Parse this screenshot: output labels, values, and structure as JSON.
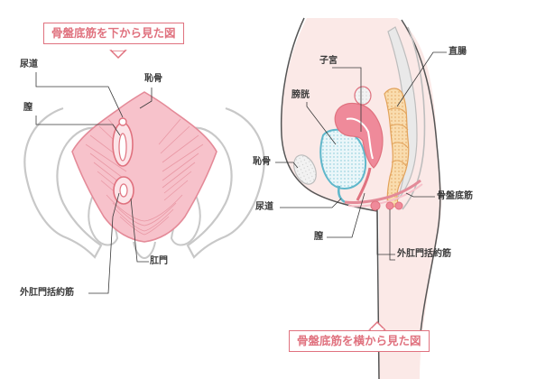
{
  "titles": {
    "bottom_view": "骨盤底筋を下から見た図",
    "side_view": "骨盤底筋を横から見た図"
  },
  "bottom_view_labels": {
    "urethra": "尿道",
    "vagina": "膣",
    "pubis": "恥骨",
    "anal_sphincter": "外肛門括約筋",
    "anus": "肛門"
  },
  "side_view_labels": {
    "uterus": "子宮",
    "rectum": "直腸",
    "bladder": "膀胱",
    "pubis": "恥骨",
    "urethra": "尿道",
    "pelvic_floor": "骨盤底筋",
    "vagina": "膣",
    "anal_sphincter": "外肛門括約筋"
  },
  "colors": {
    "accent": "#e0727f",
    "muscle_fill": "#f7c2cb",
    "muscle_line": "#e48a98",
    "bone_outline": "#c8c8c8",
    "skin": "#fbe9e7",
    "bladder_blue": "#7fc6d6",
    "rectum_orange": "#f4c98c",
    "uterus_pink": "#ef8a9a"
  }
}
